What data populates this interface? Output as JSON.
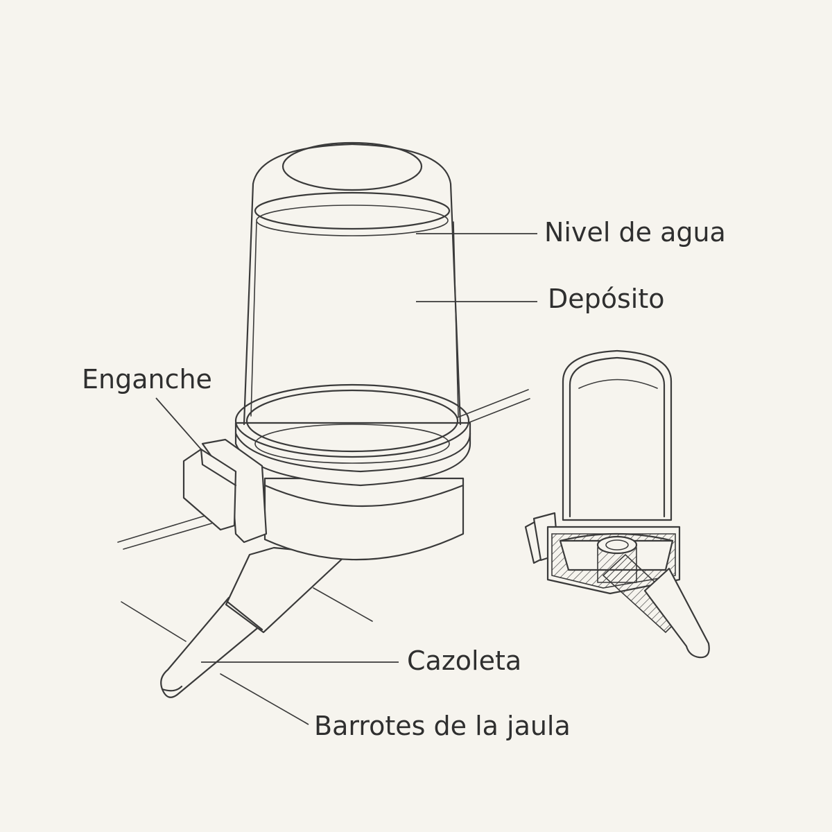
{
  "labels": {
    "water_level": "Nivel de agua",
    "reservoir": "Depósito",
    "hook": "Enganche",
    "spout": "Cazoleta",
    "cage_bars": "Barrotes de la jaula"
  },
  "colors": {
    "background": "#f6f4ee",
    "ink": "#3a3a3a",
    "text": "#2f2f2f"
  }
}
